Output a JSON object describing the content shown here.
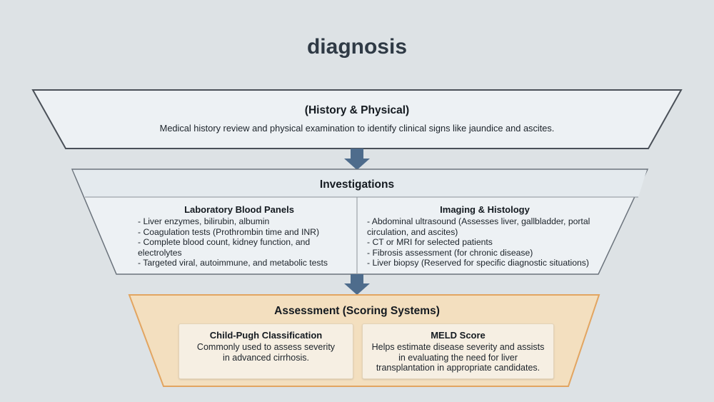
{
  "title": "diagnosis",
  "stage1": {
    "heading": "(History & Physical)",
    "description": "Medical history review and physical examination to identify clinical signs like jaundice and ascites."
  },
  "stage2": {
    "heading": "Investigations",
    "left": {
      "heading": "Laboratory Blood Panels",
      "items": [
        "- Liver enzymes, bilirubin, albumin",
        "- Coagulation tests (Prothrombin time and INR)",
        "- Complete blood count, kidney function, and",
        "electrolytes",
        "- Targeted viral, autoimmune, and metabolic tests"
      ]
    },
    "right": {
      "heading": "Imaging & Histology",
      "items": [
        "- Abdominal ultrasound (Assesses liver, gallbladder, portal",
        "circulation, and ascites)",
        "- CT or MRI for selected patients",
        "- Fibrosis assessment (for chronic disease)",
        "- Liver biopsy (Reserved for specific diagnostic situations)"
      ]
    }
  },
  "stage3": {
    "heading": "Assessment (Scoring Systems)",
    "cards": [
      {
        "heading": "Child-Pugh Classification",
        "lines": [
          "Commonly used to assess severity",
          "in advanced cirrhosis."
        ]
      },
      {
        "heading": "MELD Score",
        "lines": [
          "Helps estimate disease severity and assists",
          "in evaluating the need for liver",
          "transplantation in appropriate candidates."
        ]
      }
    ]
  },
  "colors": {
    "background": "#dde2e5",
    "stage_fill": "#eaf0f3",
    "stage_border": "#4a5058",
    "assessment_fill": "#f3dfbf",
    "assessment_border": "#e2a561",
    "arrow": "#4e6c8c"
  }
}
